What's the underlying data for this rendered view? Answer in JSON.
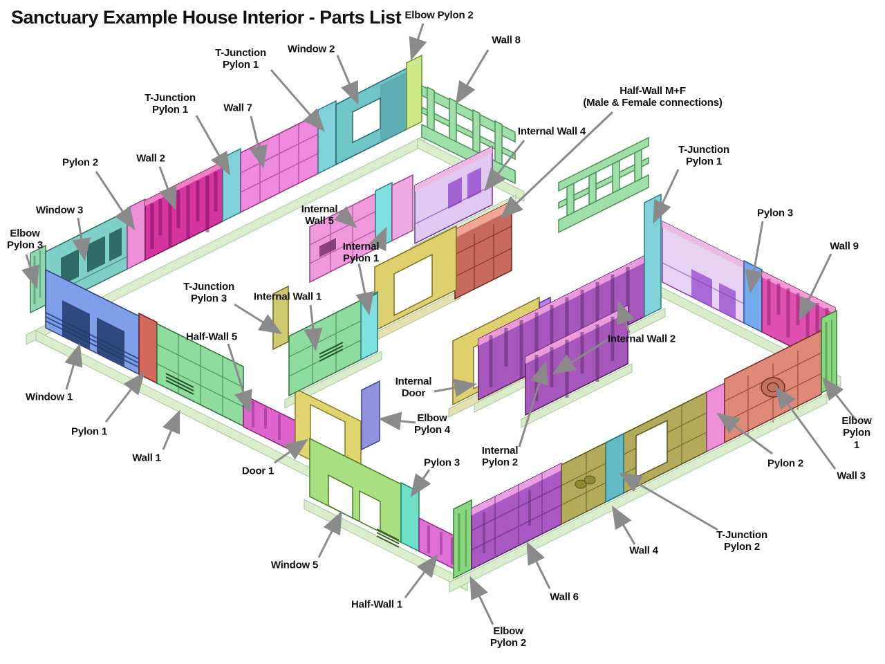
{
  "title": "Sanctuary Example House Interior - Parts List",
  "arrow_color": "#8a8a8a",
  "labels": [
    {
      "id": "elbow-pylon-2-top",
      "text": "Elbow Pylon 2"
    },
    {
      "id": "wall-8",
      "text": "Wall 8"
    },
    {
      "id": "window-2",
      "text": "Window 2"
    },
    {
      "id": "t-junction-pylon-1-a",
      "text": "T-Junction\nPylon 1"
    },
    {
      "id": "t-junction-pylon-1-b",
      "text": "T-Junction\nPylon 1"
    },
    {
      "id": "wall-7",
      "text": "Wall 7"
    },
    {
      "id": "half-wall-mf",
      "text": "Half-Wall M+F\n(Male & Female connections)"
    },
    {
      "id": "internal-wall-4",
      "text": "Internal Wall 4"
    },
    {
      "id": "t-junction-pylon-1-c",
      "text": "T-Junction\nPylon 1"
    },
    {
      "id": "pylon-2-left",
      "text": "Pylon 2"
    },
    {
      "id": "wall-2",
      "text": "Wall 2"
    },
    {
      "id": "window-3",
      "text": "Window 3"
    },
    {
      "id": "elbow-pylon-3",
      "text": "Elbow\nPylon 3"
    },
    {
      "id": "pylon-3-right",
      "text": "Pylon 3"
    },
    {
      "id": "wall-9",
      "text": "Wall 9"
    },
    {
      "id": "internal-wall-5",
      "text": "Internal\nWall 5"
    },
    {
      "id": "internal-pylon-1",
      "text": "Internal\nPylon 1"
    },
    {
      "id": "t-junction-pylon-3",
      "text": "T-Junction\nPylon 3"
    },
    {
      "id": "internal-wall-1",
      "text": "Internal Wall 1"
    },
    {
      "id": "half-wall-5",
      "text": "Half-Wall 5"
    },
    {
      "id": "internal-wall-2",
      "text": "Internal Wall 2"
    },
    {
      "id": "window-1",
      "text": "Window 1"
    },
    {
      "id": "internal-door",
      "text": "Internal\nDoor"
    },
    {
      "id": "elbow-pylon-4",
      "text": "Elbow\nPylon 4"
    },
    {
      "id": "pylon-1",
      "text": "Pylon 1"
    },
    {
      "id": "wall-1",
      "text": "Wall 1"
    },
    {
      "id": "door-1",
      "text": "Door 1"
    },
    {
      "id": "internal-pylon-2",
      "text": "Internal\nPylon 2"
    },
    {
      "id": "pylon-3-bottom",
      "text": "Pylon 3"
    },
    {
      "id": "elbow-pylon-1",
      "text": "Elbow\nPylon 1"
    },
    {
      "id": "pylon-2-right",
      "text": "Pylon 2"
    },
    {
      "id": "wall-3",
      "text": "Wall 3"
    },
    {
      "id": "window-5",
      "text": "Window 5"
    },
    {
      "id": "wall-4",
      "text": "Wall 4"
    },
    {
      "id": "t-junction-pylon-2",
      "text": "T-Junction\nPylon 2"
    },
    {
      "id": "half-wall-1",
      "text": "Half-Wall 1"
    },
    {
      "id": "wall-6",
      "text": "Wall 6"
    },
    {
      "id": "elbow-pylon-2-bottom",
      "text": "Elbow\nPylon 2"
    }
  ],
  "parts": [
    {
      "name": "Window 1",
      "color": "#7f9fe8"
    },
    {
      "name": "Window 2",
      "color": "#6fc6c6"
    },
    {
      "name": "Window 3",
      "color": "#7ed0c8"
    },
    {
      "name": "Window 5",
      "color": "#a8e080"
    },
    {
      "name": "Wall 1",
      "color": "#8fdc9f"
    },
    {
      "name": "Wall 2",
      "color": "#d5359e"
    },
    {
      "name": "Wall 3",
      "color": "#df8a78"
    },
    {
      "name": "Wall 4",
      "color": "#b3aa5a"
    },
    {
      "name": "Wall 6",
      "color": "#ab58c4"
    },
    {
      "name": "Wall 7",
      "color": "#f08ade"
    },
    {
      "name": "Wall 8",
      "color": "#9fe0a8"
    },
    {
      "name": "Wall 9",
      "color": "#e050b0"
    },
    {
      "name": "Pylon 1",
      "color": "#d4685c"
    },
    {
      "name": "Pylon 2",
      "color": "#ef8fd9"
    },
    {
      "name": "Pylon 3",
      "color": "#72aaec"
    },
    {
      "name": "T-Junction Pylon 1",
      "color": "#7fd2da"
    },
    {
      "name": "T-Junction Pylon 2",
      "color": "#62bac2"
    },
    {
      "name": "T-Junction Pylon 3",
      "color": "#cfc96f"
    },
    {
      "name": "Elbow Pylon 1",
      "color": "#86d77e"
    },
    {
      "name": "Elbow Pylon 2",
      "color": "#cfe98a"
    },
    {
      "name": "Elbow Pylon 3",
      "color": "#8fd8b0"
    },
    {
      "name": "Elbow Pylon 4",
      "color": "#9192e2"
    },
    {
      "name": "Internal Pylon 1",
      "color": "#7fe0e0"
    },
    {
      "name": "Internal Pylon 2",
      "color": "#b584e8"
    },
    {
      "name": "Internal Wall 1",
      "color": "#8fdc9f"
    },
    {
      "name": "Internal Wall 2",
      "color": "#a757bc"
    },
    {
      "name": "Internal Wall 4",
      "color": "#e0c9f0"
    },
    {
      "name": "Internal Wall 5",
      "color": "#f09add"
    },
    {
      "name": "Half-Wall 1",
      "color": "#e070d8"
    },
    {
      "name": "Half-Wall 5",
      "color": "#df63cf"
    },
    {
      "name": "Half-Wall M+F",
      "color": "#c96a5e"
    },
    {
      "name": "Door 1",
      "color": "#e2d46f"
    },
    {
      "name": "Internal Door",
      "color": "#ded06d"
    }
  ]
}
